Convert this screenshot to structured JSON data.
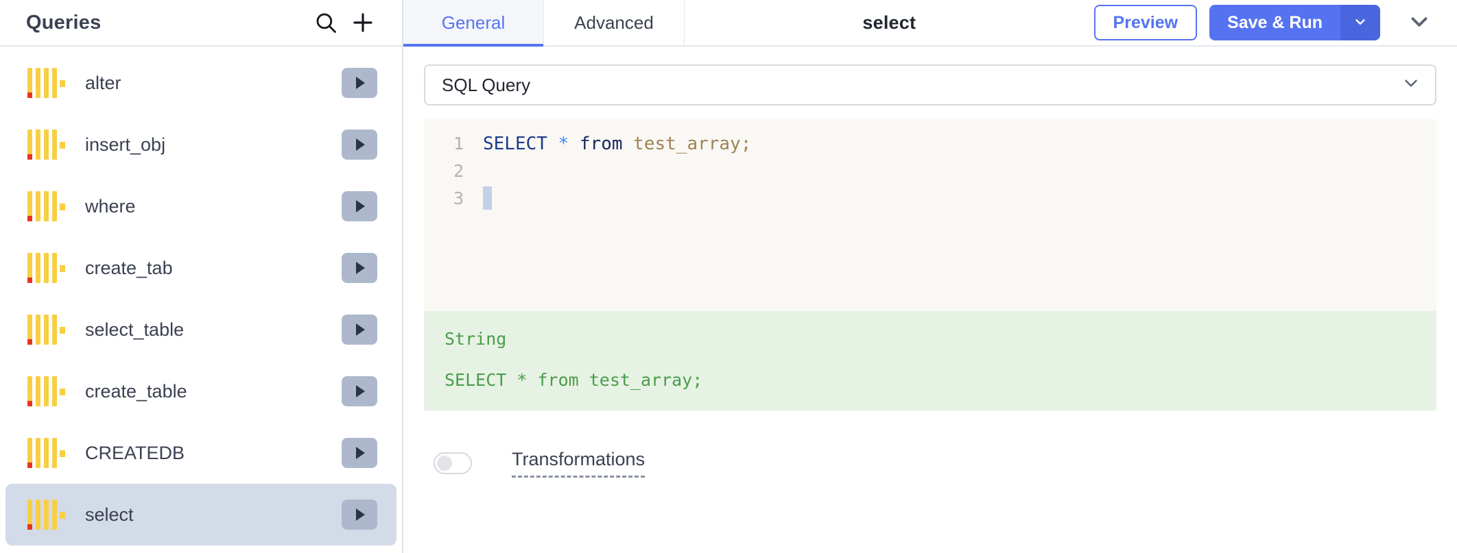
{
  "sidebar": {
    "title": "Queries",
    "search_icon": "search-icon",
    "add_icon": "plus-icon",
    "items": [
      {
        "label": "alter",
        "icon": "sql-query-icon",
        "run": "run-icon",
        "selected": false
      },
      {
        "label": "insert_obj",
        "icon": "sql-query-icon",
        "run": "run-icon",
        "selected": false
      },
      {
        "label": "where",
        "icon": "sql-query-icon",
        "run": "run-icon",
        "selected": false
      },
      {
        "label": "create_tab",
        "icon": "sql-query-icon",
        "run": "run-icon",
        "selected": false
      },
      {
        "label": "select_table",
        "icon": "sql-query-icon",
        "run": "run-icon",
        "selected": false
      },
      {
        "label": "create_table",
        "icon": "sql-query-icon",
        "run": "run-icon",
        "selected": false
      },
      {
        "label": "CREATEDB",
        "icon": "sql-query-icon",
        "run": "run-icon",
        "selected": false
      },
      {
        "label": "select",
        "icon": "sql-query-icon",
        "run": "run-icon",
        "selected": true
      }
    ]
  },
  "topbar": {
    "tabs": [
      {
        "label": "General",
        "active": true
      },
      {
        "label": "Advanced",
        "active": false
      }
    ],
    "title": "select",
    "preview_label": "Preview",
    "save_run_label": "Save & Run",
    "save_run_caret_icon": "chevron-down-icon",
    "collapse_icon": "chevron-down-icon"
  },
  "query_type": {
    "selected": "SQL Query",
    "caret_icon": "chevron-down-icon",
    "options": [
      "SQL Query"
    ]
  },
  "editor": {
    "lines": [
      {
        "number": "1",
        "tokens": [
          {
            "text": "SELECT",
            "cls": "kw"
          },
          {
            "text": " ",
            "cls": ""
          },
          {
            "text": "*",
            "cls": "star"
          },
          {
            "text": " ",
            "cls": ""
          },
          {
            "text": "from",
            "cls": "kw2"
          },
          {
            "text": " ",
            "cls": ""
          },
          {
            "text": "test_array;",
            "cls": "ident"
          }
        ],
        "cursor": false
      },
      {
        "number": "2",
        "tokens": [],
        "cursor": false
      },
      {
        "number": "3",
        "tokens": [],
        "cursor": true
      }
    ],
    "raw_text": "SELECT * from test_array;"
  },
  "result": {
    "type_label": "String",
    "value": "SELECT * from test_array;"
  },
  "transformations": {
    "label": "Transformations",
    "enabled": false
  },
  "colors": {
    "accent": "#5573f0",
    "accent_dark": "#4a66de",
    "selected_row": "#d3dae8",
    "editor_bg": "#faf8f4",
    "result_bg": "#e6f3e4",
    "result_text": "#4a9d4a",
    "icon_yellow": "#f7cf45",
    "icon_red": "#ea3323",
    "run_btn_bg": "#adb8cc",
    "text_primary": "#3b4151"
  }
}
